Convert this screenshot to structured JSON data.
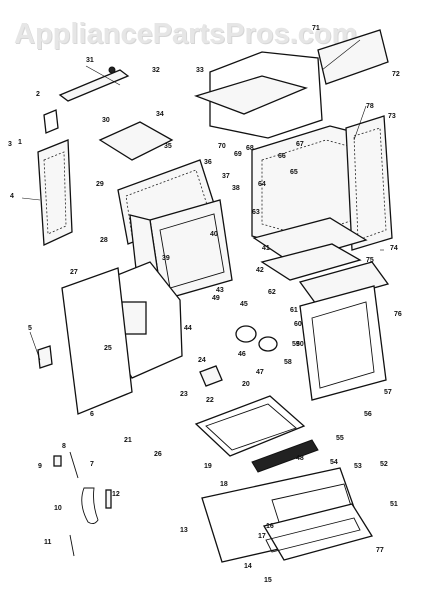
{
  "watermark": "AppliancePartsPros.com",
  "callouts": [
    "1",
    "2",
    "3",
    "4",
    "5",
    "6",
    "7",
    "8",
    "9",
    "10",
    "11",
    "12",
    "13",
    "14",
    "15",
    "16",
    "17",
    "18",
    "19",
    "20",
    "21",
    "22",
    "23",
    "24",
    "25",
    "26",
    "27",
    "28",
    "29",
    "30",
    "31",
    "32",
    "33",
    "34",
    "35",
    "36",
    "37",
    "38",
    "39",
    "40",
    "41",
    "42",
    "43",
    "44",
    "45",
    "46",
    "47",
    "48",
    "49",
    "50",
    "51",
    "52",
    "53",
    "54",
    "55",
    "56",
    "57",
    "58",
    "59",
    "60",
    "61",
    "62",
    "63",
    "64",
    "65",
    "66",
    "67",
    "68",
    "69",
    "70",
    "71",
    "72",
    "73",
    "74",
    "75",
    "76",
    "77",
    "78"
  ]
}
